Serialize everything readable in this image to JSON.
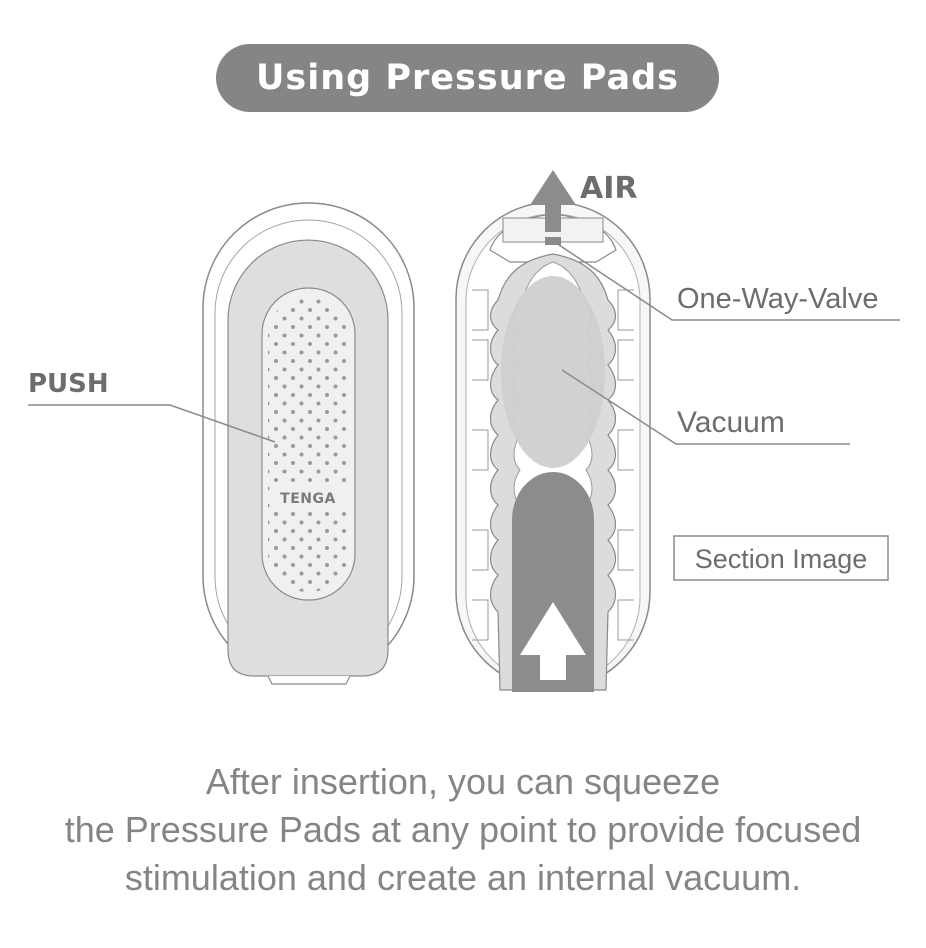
{
  "title": "Using Pressure Pads",
  "labels": {
    "push": "PUSH",
    "air": "AIR",
    "valve": "One-Way-Valve",
    "vacuum": "Vacuum",
    "section": "Section Image",
    "logo": "TENGA"
  },
  "caption": {
    "line1": "After insertion, you can squeeze",
    "line2": "the Pressure Pads at any point to provide focused",
    "line3": "stimulation and create an internal vacuum."
  },
  "colors": {
    "pill": "#858585",
    "text": "#858585",
    "label": "#6d6d6d",
    "outline": "#8a8a8a",
    "device_body": "#dedede",
    "pad": "#f0f0f0",
    "vacuum": "#cfcfcf",
    "insert": "#8c8c8c"
  }
}
